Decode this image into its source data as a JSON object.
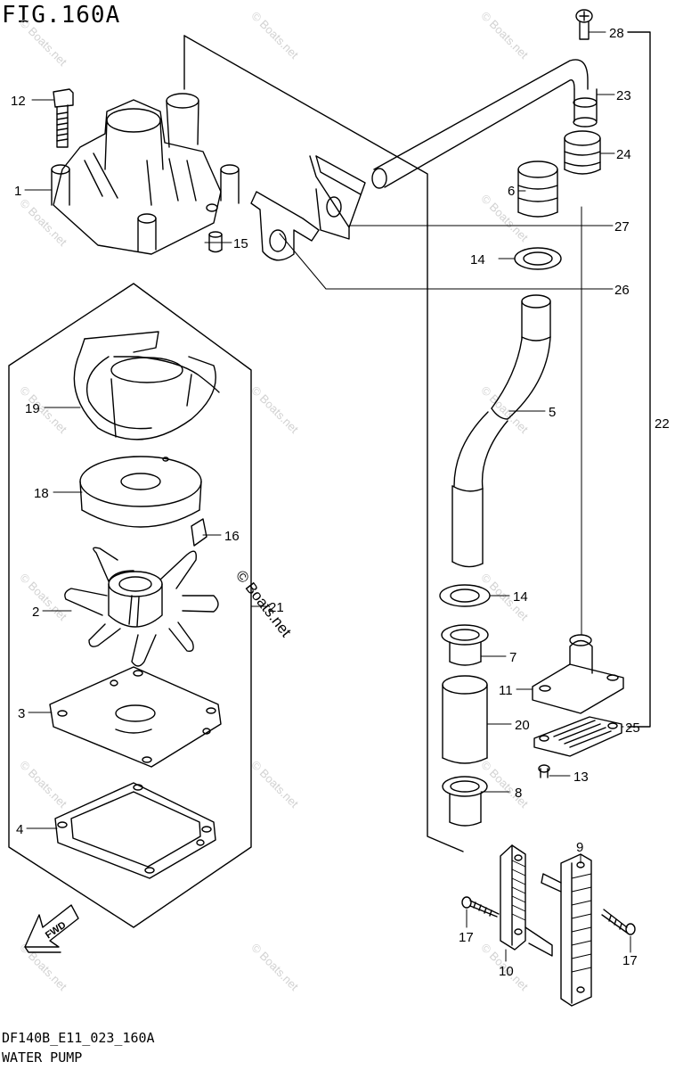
{
  "figure": {
    "title": "FIG.160A",
    "code": "DF140B_E11_023_160A",
    "name": "WATER PUMP",
    "copyright": "© Boats.net",
    "watermark": "© Boats.net",
    "fwd_label": "FWD"
  },
  "callouts": [
    {
      "id": "c12",
      "label": "12"
    },
    {
      "id": "c1",
      "label": "1"
    },
    {
      "id": "c15",
      "label": "15"
    },
    {
      "id": "c28",
      "label": "28"
    },
    {
      "id": "c23",
      "label": "23"
    },
    {
      "id": "c24",
      "label": "24"
    },
    {
      "id": "c6",
      "label": "6"
    },
    {
      "id": "c27",
      "label": "27"
    },
    {
      "id": "c14a",
      "label": "14"
    },
    {
      "id": "c26",
      "label": "26"
    },
    {
      "id": "c19",
      "label": "19"
    },
    {
      "id": "c5",
      "label": "5"
    },
    {
      "id": "c22",
      "label": "22"
    },
    {
      "id": "c18",
      "label": "18"
    },
    {
      "id": "c16",
      "label": "16"
    },
    {
      "id": "c2",
      "label": "2"
    },
    {
      "id": "c21",
      "label": "21"
    },
    {
      "id": "c14b",
      "label": "14"
    },
    {
      "id": "c7",
      "label": "7"
    },
    {
      "id": "c11",
      "label": "11"
    },
    {
      "id": "c3",
      "label": "3"
    },
    {
      "id": "c20",
      "label": "20"
    },
    {
      "id": "c25",
      "label": "25"
    },
    {
      "id": "c13",
      "label": "13"
    },
    {
      "id": "c8",
      "label": "8"
    },
    {
      "id": "c4",
      "label": "4"
    },
    {
      "id": "c9",
      "label": "9"
    },
    {
      "id": "c17a",
      "label": "17"
    },
    {
      "id": "c10",
      "label": "10"
    },
    {
      "id": "c17b",
      "label": "17"
    }
  ]
}
